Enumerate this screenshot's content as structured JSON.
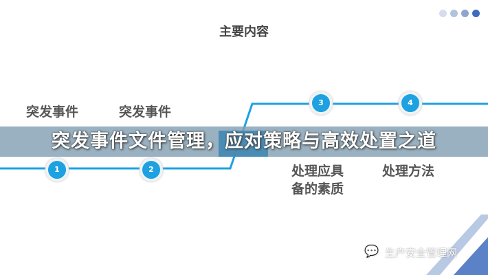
{
  "slide": {
    "title": "主要内容",
    "items": [
      {
        "number": "1",
        "lines": [
          "突发事件"
        ]
      },
      {
        "number": "2",
        "lines": [
          "突发事件"
        ]
      },
      {
        "number": "3",
        "lines": [
          "处理应具",
          "备的素质"
        ]
      },
      {
        "number": "4",
        "lines": [
          "处理方法"
        ]
      }
    ],
    "dot_colors": [
      "#d5dcec",
      "#b2c3de",
      "#8ea6cf",
      "#3c6cc2"
    ],
    "accent_color": "#1da1e0"
  },
  "banner": {
    "title": "突发事件文件管理，应对策略与高效处置之道"
  },
  "watermark": {
    "text": "生产安全管理网"
  }
}
